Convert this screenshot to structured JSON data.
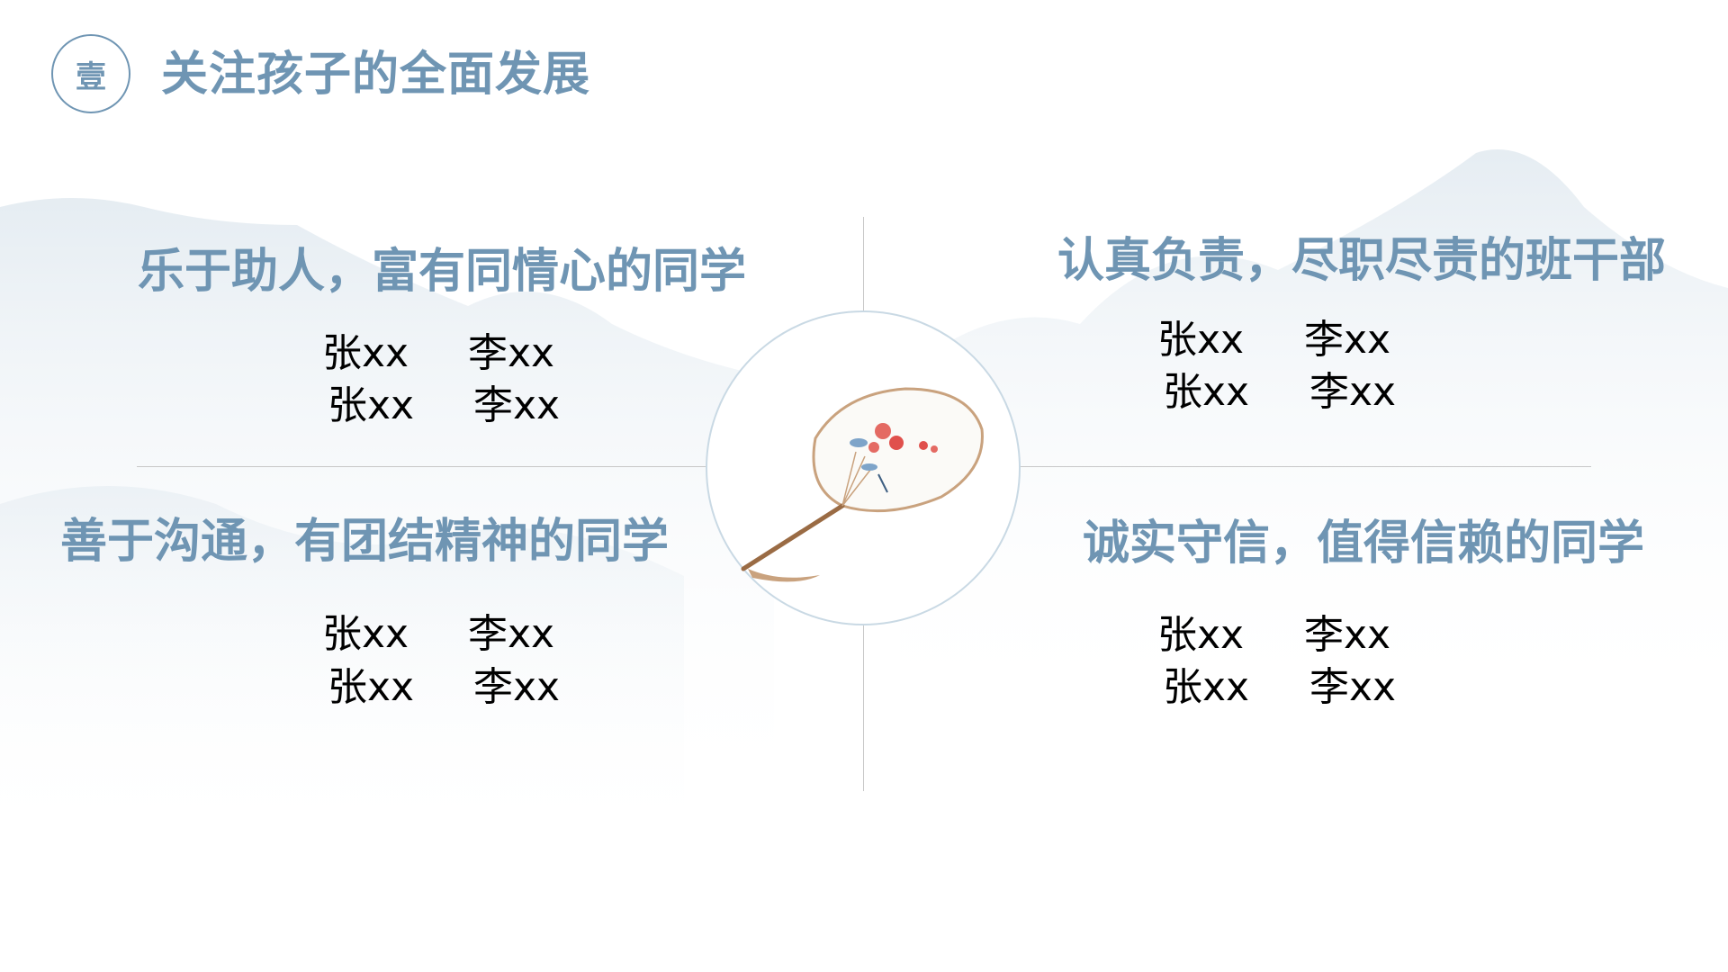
{
  "header": {
    "badge": "壹",
    "title": "关注孩子的全面发展"
  },
  "quadrants": [
    {
      "heading": "乐于助人，富有同情心的同学",
      "names": [
        "张xx",
        "李xx",
        "张xx",
        "李xx"
      ]
    },
    {
      "heading": "认真负责，尽职尽责的班干部",
      "names": [
        "张xx",
        "李xx",
        "张xx",
        "李xx"
      ]
    },
    {
      "heading": "善于沟通，有团结精神的同学",
      "names": [
        "张xx",
        "李xx",
        "张xx",
        "李xx"
      ]
    },
    {
      "heading": "诚实守信，值得信赖的同学",
      "names": [
        "张xx",
        "李xx",
        "张xx",
        "李xx"
      ]
    }
  ],
  "colors": {
    "accent": "#6f95b3",
    "divider": "#c8c8c8"
  }
}
